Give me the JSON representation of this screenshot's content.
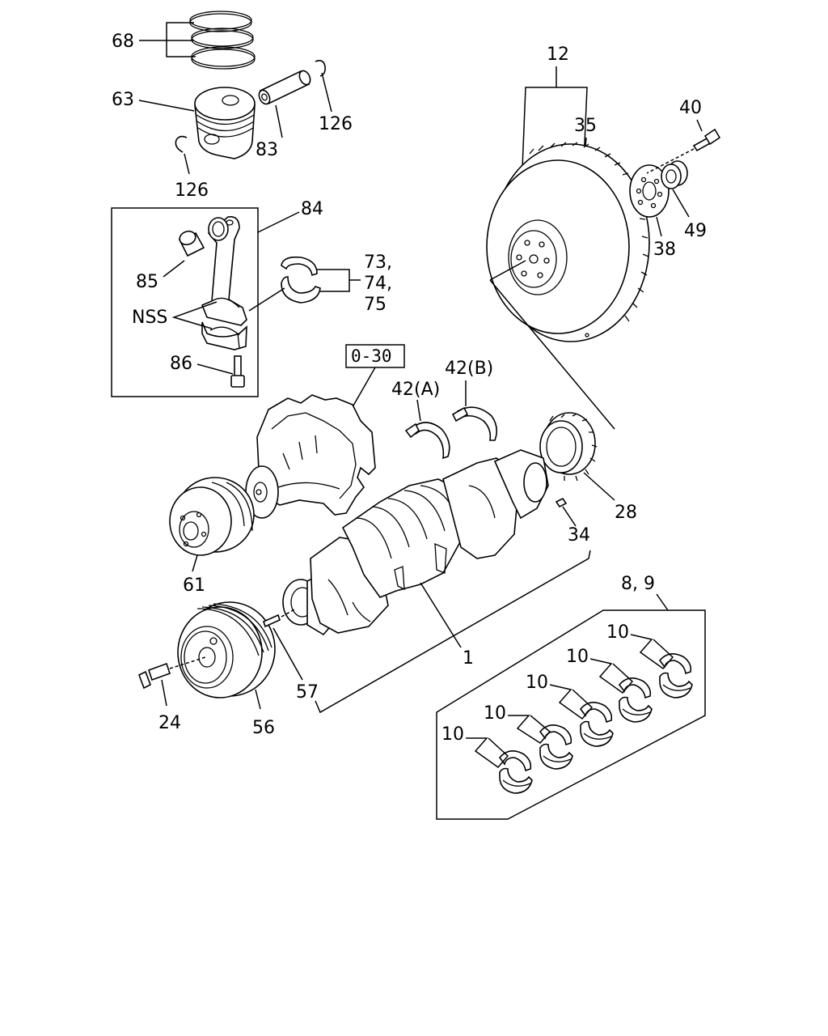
{
  "labels": {
    "l68": "68",
    "l63": "63",
    "l83": "83",
    "l126a": "126",
    "l126b": "126",
    "l12": "12",
    "l35": "35",
    "l40": "40",
    "l38": "38",
    "l49": "49",
    "l84": "84",
    "l85": "85",
    "lNSS": "NSS",
    "l73": "73,",
    "l74": "74,",
    "l75": "75",
    "l86": "86",
    "l030": "0-30",
    "l42a": "42(A)",
    "l42b": "42(B)",
    "l28": "28",
    "l34": "34",
    "l61": "61",
    "l1": "1",
    "l89": "8, 9",
    "l10a": "10",
    "l10b": "10",
    "l10c": "10",
    "l10d": "10",
    "l10e": "10",
    "l57": "57",
    "l24": "24",
    "l56": "56"
  }
}
